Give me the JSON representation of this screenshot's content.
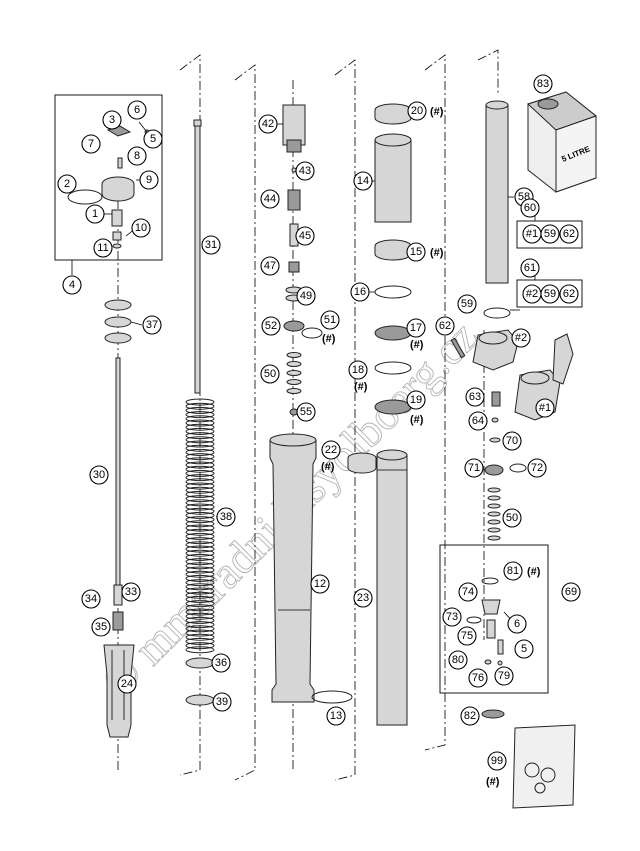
{
  "watermark": "© mmaradnid'lsyolboerg.cz",
  "can_label": "5 LITRE",
  "hash_note": "(#)",
  "callouts": [
    {
      "id": "c1",
      "label": "1"
    },
    {
      "id": "c2",
      "label": "2"
    },
    {
      "id": "c3",
      "label": "3"
    },
    {
      "id": "c4",
      "label": "4"
    },
    {
      "id": "c5a",
      "label": "5"
    },
    {
      "id": "c6a",
      "label": "6"
    },
    {
      "id": "c7",
      "label": "7"
    },
    {
      "id": "c8",
      "label": "8"
    },
    {
      "id": "c9",
      "label": "9"
    },
    {
      "id": "c10",
      "label": "10"
    },
    {
      "id": "c11",
      "label": "11"
    },
    {
      "id": "c12",
      "label": "12"
    },
    {
      "id": "c13",
      "label": "13"
    },
    {
      "id": "c14",
      "label": "14"
    },
    {
      "id": "c15",
      "label": "15"
    },
    {
      "id": "c16",
      "label": "16"
    },
    {
      "id": "c17",
      "label": "17"
    },
    {
      "id": "c18",
      "label": "18"
    },
    {
      "id": "c19",
      "label": "19"
    },
    {
      "id": "c20",
      "label": "20"
    },
    {
      "id": "c22",
      "label": "22"
    },
    {
      "id": "c23",
      "label": "23"
    },
    {
      "id": "c24",
      "label": "24"
    },
    {
      "id": "c30",
      "label": "30"
    },
    {
      "id": "c31",
      "label": "31"
    },
    {
      "id": "c33",
      "label": "33"
    },
    {
      "id": "c34",
      "label": "34"
    },
    {
      "id": "c35",
      "label": "35"
    },
    {
      "id": "c36",
      "label": "36"
    },
    {
      "id": "c37",
      "label": "37"
    },
    {
      "id": "c38",
      "label": "38"
    },
    {
      "id": "c39",
      "label": "39"
    },
    {
      "id": "c42",
      "label": "42"
    },
    {
      "id": "c43",
      "label": "43"
    },
    {
      "id": "c44",
      "label": "44"
    },
    {
      "id": "c45",
      "label": "45"
    },
    {
      "id": "c47",
      "label": "47"
    },
    {
      "id": "c49",
      "label": "49"
    },
    {
      "id": "c50a",
      "label": "50"
    },
    {
      "id": "c50b",
      "label": "50"
    },
    {
      "id": "c51",
      "label": "51"
    },
    {
      "id": "c52",
      "label": "52"
    },
    {
      "id": "c55",
      "label": "55"
    },
    {
      "id": "c58",
      "label": "58"
    },
    {
      "id": "c59a",
      "label": "59"
    },
    {
      "id": "c60",
      "label": "60"
    },
    {
      "id": "c61",
      "label": "61"
    },
    {
      "id": "c62a",
      "label": "62"
    },
    {
      "id": "c63",
      "label": "63"
    },
    {
      "id": "c64",
      "label": "64"
    },
    {
      "id": "c69",
      "label": "69"
    },
    {
      "id": "c70",
      "label": "70"
    },
    {
      "id": "c71",
      "label": "71"
    },
    {
      "id": "c72",
      "label": "72"
    },
    {
      "id": "c73",
      "label": "73"
    },
    {
      "id": "c74",
      "label": "74"
    },
    {
      "id": "c75",
      "label": "75"
    },
    {
      "id": "c76",
      "label": "76"
    },
    {
      "id": "c79",
      "label": "79"
    },
    {
      "id": "c80",
      "label": "80"
    },
    {
      "id": "c81",
      "label": "81"
    },
    {
      "id": "c82",
      "label": "82"
    },
    {
      "id": "c83",
      "label": "83"
    },
    {
      "id": "c99",
      "label": "99"
    },
    {
      "id": "c5b",
      "label": "5"
    },
    {
      "id": "c6b",
      "label": "6"
    },
    {
      "id": "cH1",
      "label": "#1"
    },
    {
      "id": "cH2",
      "label": "#2"
    },
    {
      "id": "k60a",
      "label": "#1"
    },
    {
      "id": "k60b",
      "label": "59"
    },
    {
      "id": "k60c",
      "label": "62"
    },
    {
      "id": "k61a",
      "label": "#2"
    },
    {
      "id": "k61b",
      "label": "59"
    },
    {
      "id": "k61c",
      "label": "62"
    }
  ]
}
